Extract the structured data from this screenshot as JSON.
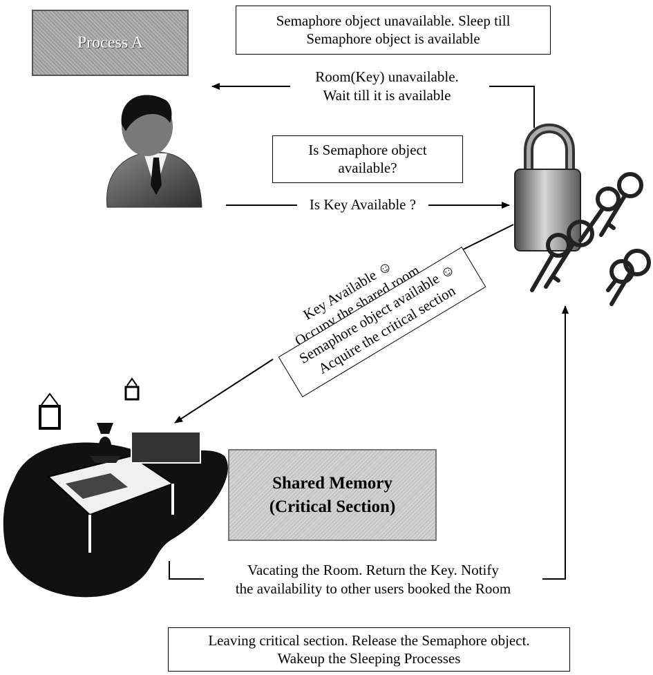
{
  "process_a": {
    "label": "Process A"
  },
  "shared_memory": {
    "line1": "Shared Memory",
    "line2": "(Critical Section)"
  },
  "top_box": {
    "line1": "Semaphore object unavailable. Sleep till",
    "line2": "Semaphore object is available"
  },
  "room_unavailable": {
    "line1": "Room(Key) unavailable.",
    "line2": "Wait till it is available"
  },
  "semaphore_query_box": {
    "line1": "Is Semaphore object",
    "line2": "available?"
  },
  "key_query": {
    "label": "Is Key Available ?"
  },
  "key_available": {
    "line1": "Key Available ☺",
    "line2": "Occupy the shared room"
  },
  "semaphore_available_box": {
    "line1": "Semaphore object available ☺",
    "line2": "Acquire the critical section"
  },
  "vacating": {
    "line1": "Vacating the Room. Return the Key. Notify",
    "line2": "the availability to other users booked the Room"
  },
  "leaving_box": {
    "line1": "Leaving critical section.  Release the Semaphore object.",
    "line2": "Wakeup the Sleeping Processes"
  },
  "icons": [
    "person-icon",
    "padlock-icon",
    "keys-icon",
    "bedroom-icon"
  ],
  "colors": {
    "line": "#000000",
    "box_bg": "#ffffff",
    "process_bg": "#a8a8a8",
    "shared_bg": "#cccccc"
  }
}
